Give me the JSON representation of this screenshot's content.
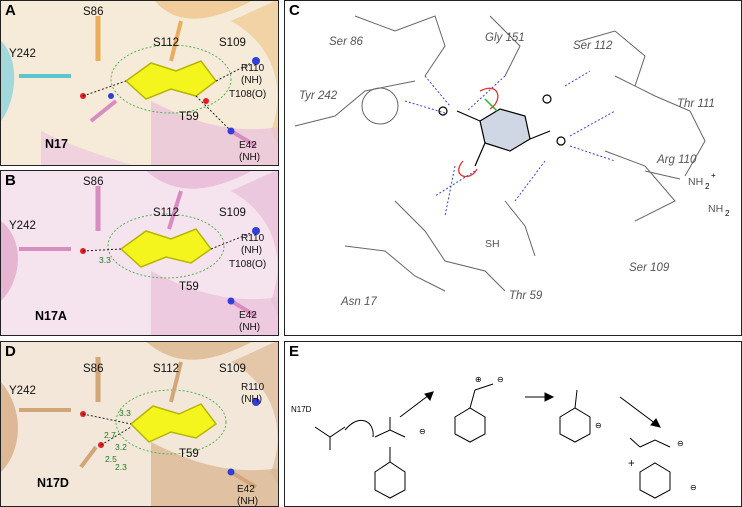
{
  "figure": {
    "panels": {
      "A": {
        "letter": "A",
        "variant": "N17",
        "labels": {
          "S86": "S86",
          "S112": "S112",
          "S109": "S109",
          "Y242": "Y242",
          "R110": "R110",
          "R110_sub": "(NH)",
          "T108": "T108(O)",
          "T59": "T59",
          "E42": "E42",
          "E42_sub": "(NH)"
        },
        "colors": {
          "protein": "#e9ad5c",
          "ligand": "#f2f21a",
          "mesh": "#3cb043",
          "y242": "#5cc6cf",
          "bg": "#f5e4cf"
        }
      },
      "B": {
        "letter": "B",
        "variant": "N17A",
        "labels": {
          "S86": "S86",
          "S112": "S112",
          "S109": "S109",
          "Y242": "Y242",
          "R110": "R110",
          "R110_sub": "(NH)",
          "T108": "T108(O)",
          "T59": "T59",
          "E42": "E42",
          "E42_sub": "(NH)"
        },
        "distance": "3.3",
        "colors": {
          "protein": "#d98cbf",
          "ligand": "#f2f21a",
          "mesh": "#3cb043",
          "bg": "#f3dde9"
        }
      },
      "C": {
        "letter": "C",
        "residues": [
          "Ser 86",
          "Gly 151",
          "Ser 112",
          "Tyr 242",
          "Thr 111",
          "Arg 110",
          "Thr 59",
          "Ser 109",
          "Asn 17"
        ],
        "atoms": {
          "NH2": "NH",
          "NH2_sub": "2",
          "plus": "+",
          "SH": "SH"
        }
      },
      "D": {
        "letter": "D",
        "variant": "N17D",
        "labels": {
          "S86": "S86",
          "S112": "S112",
          "S109": "S109",
          "Y242": "Y242",
          "R110": "R110",
          "R110_sub": "(NH)",
          "T59": "T59",
          "E42": "E42",
          "E42_sub": "(NH)"
        },
        "distances": [
          "3.3",
          "2.7",
          "3.2",
          "2.5",
          "2.3"
        ],
        "colors": {
          "protein": "#d2a679",
          "ligand": "#f2f21a",
          "mesh": "#3cb043",
          "bg": "#f0e2d2"
        }
      },
      "E": {
        "letter": "E",
        "residue": "N17D",
        "charge": "⊖",
        "charge_plus": "⊕",
        "plus": "+"
      }
    }
  }
}
